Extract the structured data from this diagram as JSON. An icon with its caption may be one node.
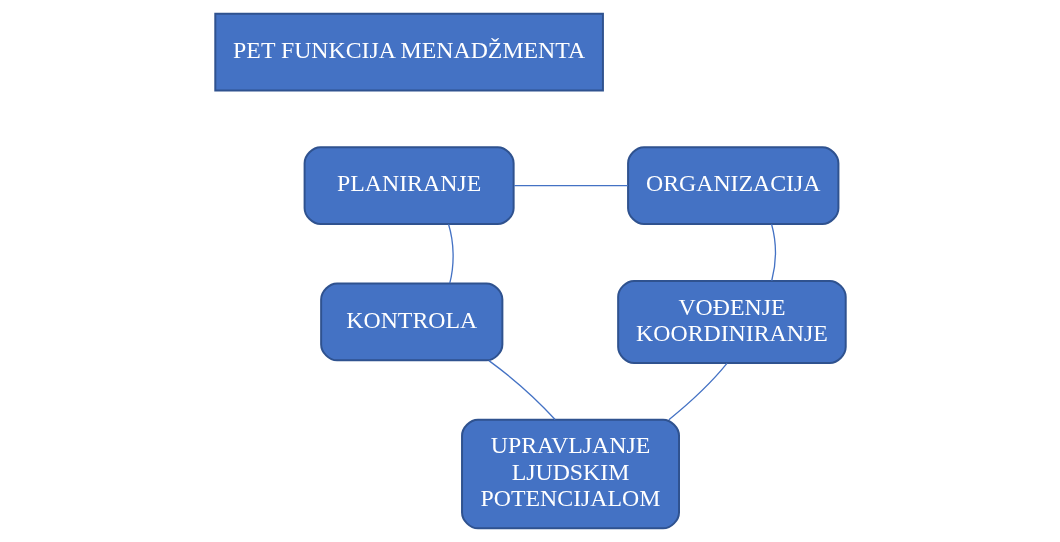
{
  "diagram": {
    "nodes": [
      {
        "text": [
          "PET FUNKCIJA MENADŽMENTA"
        ]
      },
      {
        "text": [
          "PLANIRANJE"
        ]
      },
      {
        "text": [
          "ORGANIZACIJA"
        ]
      },
      {
        "text": [
          "VOĐENJE KOORDINIRANJE"
        ]
      },
      {
        "text": [
          "KONTROLA"
        ]
      },
      {
        "text": [
          "UPRAVLJANJE LJUDSKIM POTENCIJALOM"
        ]
      }
    ],
    "edges": [
      {
        "from": 1,
        "to": 2,
        "arrow": "none"
      },
      {
        "from": 2,
        "to": 3,
        "arrow": "none"
      },
      {
        "from": 3,
        "to": 5,
        "arrow": "none"
      },
      {
        "from": 5,
        "to": 4,
        "arrow": "none"
      },
      {
        "from": 4,
        "to": 1,
        "arrow": "none"
      }
    ]
  }
}
